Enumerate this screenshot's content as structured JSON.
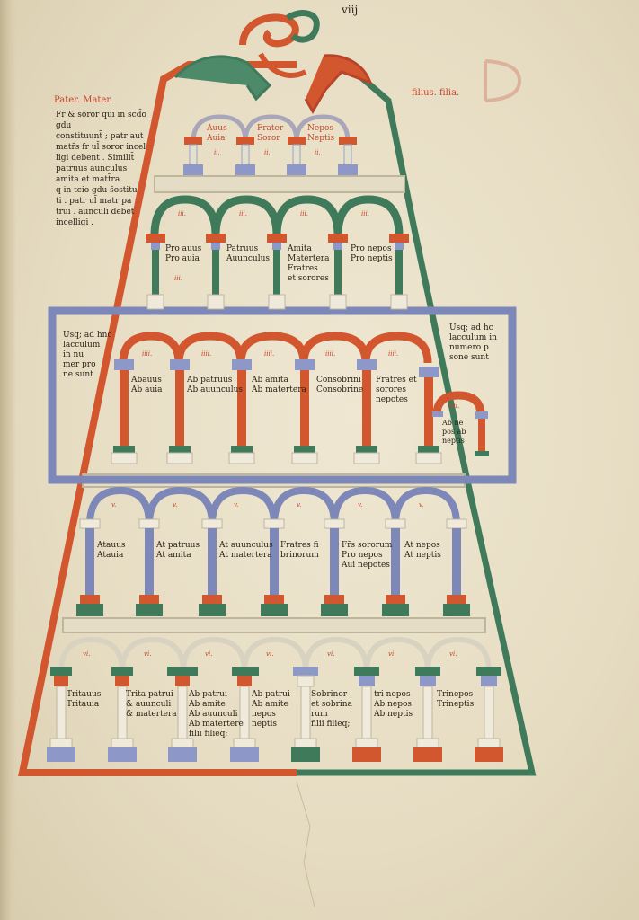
{
  "folio": "viij",
  "labels": {
    "pater_mater": "Pater. Mater.",
    "filius_filia": "filius. filia."
  },
  "gloss_left": [
    "Fr̄ & soror qui in scd̄o gdu",
    "constituunt̄ ; patr aut",
    "matr̄s fr ul̄ soror incel",
    "ligi debent . Similit̄",
    "patruus aunculus",
    "amita et matt̄ra",
    "q in tcio gdu s̄ostitu",
    "ti . patr ul̄ matr pa",
    "trui . aunculi debet",
    "incelligi .",
    "",
    ""
  ],
  "rows": [
    {
      "degree": "ii.",
      "cells": [
        [
          "Auus",
          "Auia"
        ],
        [
          "Frater",
          "Soror"
        ],
        [
          "Nepos",
          "Neptis"
        ]
      ]
    },
    {
      "degree": "iii.",
      "extra_number": "iii.",
      "cells": [
        [
          "Pro auus",
          "Pro auia"
        ],
        [
          "Patruus",
          "Auunculus"
        ],
        [
          "Amita",
          "Matertera",
          "Fratres",
          "et sorores"
        ],
        [
          "Pro nepos",
          "Pro neptis"
        ]
      ]
    },
    {
      "degree": "iiii.",
      "left_note": [
        "Usq; ad hnc",
        "lacculum",
        "in nu",
        "mer pro",
        "ne sunt"
      ],
      "right_note": [
        "Usq; ad hc",
        "lacculum in",
        "numero p",
        "sone sunt",
        ""
      ],
      "cells": [
        [
          "Abauus",
          "Ab auia"
        ],
        [
          "Ab patruus",
          "Ab auunculus"
        ],
        [
          "Ab amita",
          "Ab matertera"
        ],
        [
          "Consobrini",
          "Consobrine"
        ],
        [
          "Fratres et",
          "sorores",
          "nepotes"
        ],
        [
          "Ab ne",
          "pos ab",
          "neptis"
        ]
      ]
    },
    {
      "degree": "v.",
      "cells": [
        [
          "Atauus",
          "Atauia"
        ],
        [
          "At patruus",
          "At amita"
        ],
        [
          "At auunculus",
          "At matertera"
        ],
        [
          "Fratres fi",
          "brinorum"
        ],
        [
          "Fr̄s sororum",
          "Pro nepos",
          "Aui nepotes"
        ],
        [
          "At nepos",
          "At neptis"
        ]
      ]
    },
    {
      "degree": "vi.",
      "cells": [
        [
          "Tritauus",
          "Tritauia"
        ],
        [
          "Trita patrui",
          "& auunculi",
          "",
          "& matertera"
        ],
        [
          "Ab patrui",
          "Ab amite",
          "Ab auunculi",
          "Ab matertere",
          "filii filieq;"
        ],
        [
          "Ab patrui",
          "Ab amite",
          "nepos",
          "neptis"
        ],
        [
          "Sobrinor",
          "et sobrina",
          "rum",
          "filii filieq;"
        ],
        [
          "tri nepos",
          "",
          "Ab nepos",
          "Ab neptis"
        ],
        [
          "Trinepos",
          "Trineptis"
        ]
      ]
    }
  ]
}
